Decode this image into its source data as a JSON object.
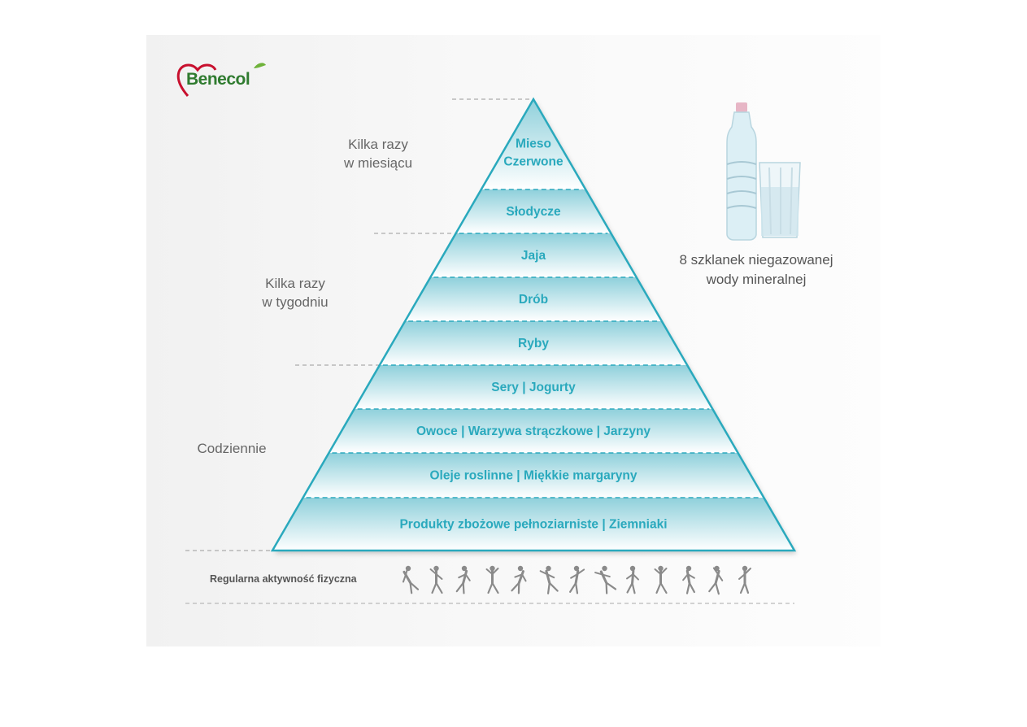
{
  "brand": {
    "name": "Benecol",
    "heart_color": "#c8102e",
    "leaf_color": "#6fb23a",
    "text_color": "#2f7b2f"
  },
  "frequency_labels": [
    {
      "line1": "Kilka razy",
      "line2": "w miesiącu"
    },
    {
      "line1": "Kilka razy",
      "line2": "w tygodniu"
    },
    {
      "line1": "Codziennie",
      "line2": ""
    }
  ],
  "tiers": [
    {
      "lines": [
        "Mieso",
        "Czerwone"
      ]
    },
    {
      "lines": [
        "Słodycze"
      ]
    },
    {
      "lines": [
        "Jaja"
      ]
    },
    {
      "lines": [
        "Drób"
      ]
    },
    {
      "lines": [
        "Ryby"
      ]
    },
    {
      "lines": [
        "Sery | Jogurty"
      ]
    },
    {
      "lines": [
        "Owoce | Warzywa strączkowe | Jarzyny"
      ]
    },
    {
      "lines": [
        "Oleje roslinne | Miękkie margaryny"
      ]
    },
    {
      "lines": [
        "Produkty zbożowe pełnoziarniste | Ziemniaki"
      ]
    }
  ],
  "water": {
    "line1": "8 szklanek niegazowanej",
    "line2": "wody mineralnej"
  },
  "activity": {
    "label": "Regularna aktywność fizyczna",
    "icon_count": 13
  },
  "colors": {
    "pyramid_accent": "#2aa9bd",
    "pyramid_fill": "#8fd0db"
  }
}
